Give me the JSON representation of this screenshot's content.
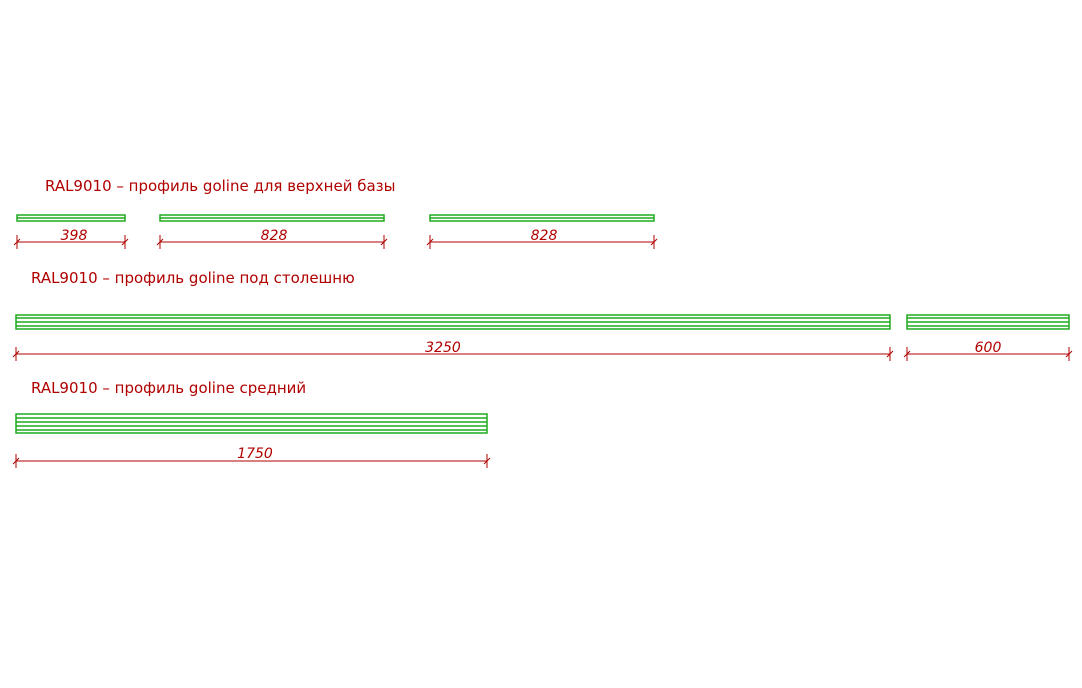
{
  "colors": {
    "text": "#b00000",
    "dimension": "#b00000",
    "profile": "#1faa1f",
    "background": "#ffffff"
  },
  "groups": [
    {
      "title": "RAL9010 – профиль goline для верхней базы",
      "pieces": [
        {
          "length": "398"
        },
        {
          "length": "828"
        },
        {
          "length": "828"
        }
      ]
    },
    {
      "title": "RAL9010 – профиль goline под столешню",
      "pieces": [
        {
          "length": "3250"
        },
        {
          "length": "600"
        }
      ]
    },
    {
      "title": "RAL9010 – профиль goline средний",
      "pieces": [
        {
          "length": "1750"
        }
      ]
    }
  ]
}
